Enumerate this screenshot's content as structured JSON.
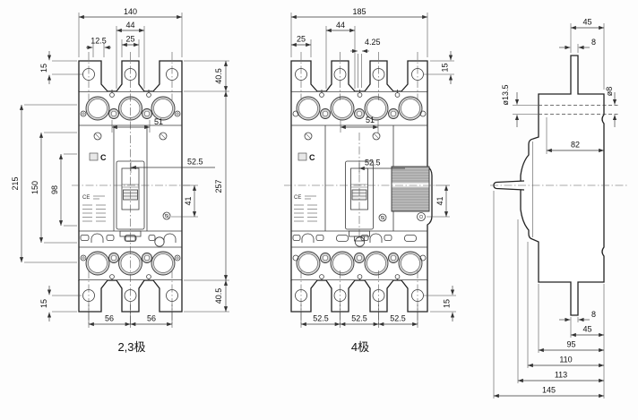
{
  "captions": {
    "pole23": "2,3极",
    "pole4": "4极"
  },
  "front23": {
    "dim_overall_width": "140",
    "dim_pole_tab": "44",
    "dim_tab_width": "25",
    "dim_hole_offset": "12.5",
    "dim_top_hole": "15",
    "dim_top_tab_h": "40.5",
    "dim_terminal_span": "51",
    "dim_height_215": "215",
    "dim_height_150": "150",
    "dim_height_98": "98",
    "dim_handle_offset": "52.5",
    "dim_mount_offset": "41",
    "dim_body_height": "257",
    "dim_bottom_tab_h": "40.5",
    "dim_bottom_hole": "15",
    "dim_pitch_left": "56",
    "dim_pitch_right": "56",
    "logo": "C",
    "ce": "CE"
  },
  "front4": {
    "dim_overall_width": "185",
    "dim_pole_tab": "44",
    "dim_tab_width": "25",
    "dim_hole_dia": "4.25",
    "dim_top_hole": "15",
    "dim_terminal_span": "51",
    "dim_handle_offset": "52.5",
    "dim_mount_offset": "41",
    "dim_bottom_hole": "15",
    "dim_pitch_1": "52.5",
    "dim_pitch_2": "52.5",
    "dim_pitch_3": "52.5",
    "logo": "C",
    "ce": "CE"
  },
  "side": {
    "dim_top_45": "45",
    "dim_top_8": "8",
    "dim_dia_135": "ø13.5",
    "dim_dia_8": "ø8",
    "dim_82": "82",
    "dim_bot_8": "8",
    "dim_bot_45": "45",
    "dim_95": "95",
    "dim_110": "110",
    "dim_113": "113",
    "dim_145": "145"
  }
}
